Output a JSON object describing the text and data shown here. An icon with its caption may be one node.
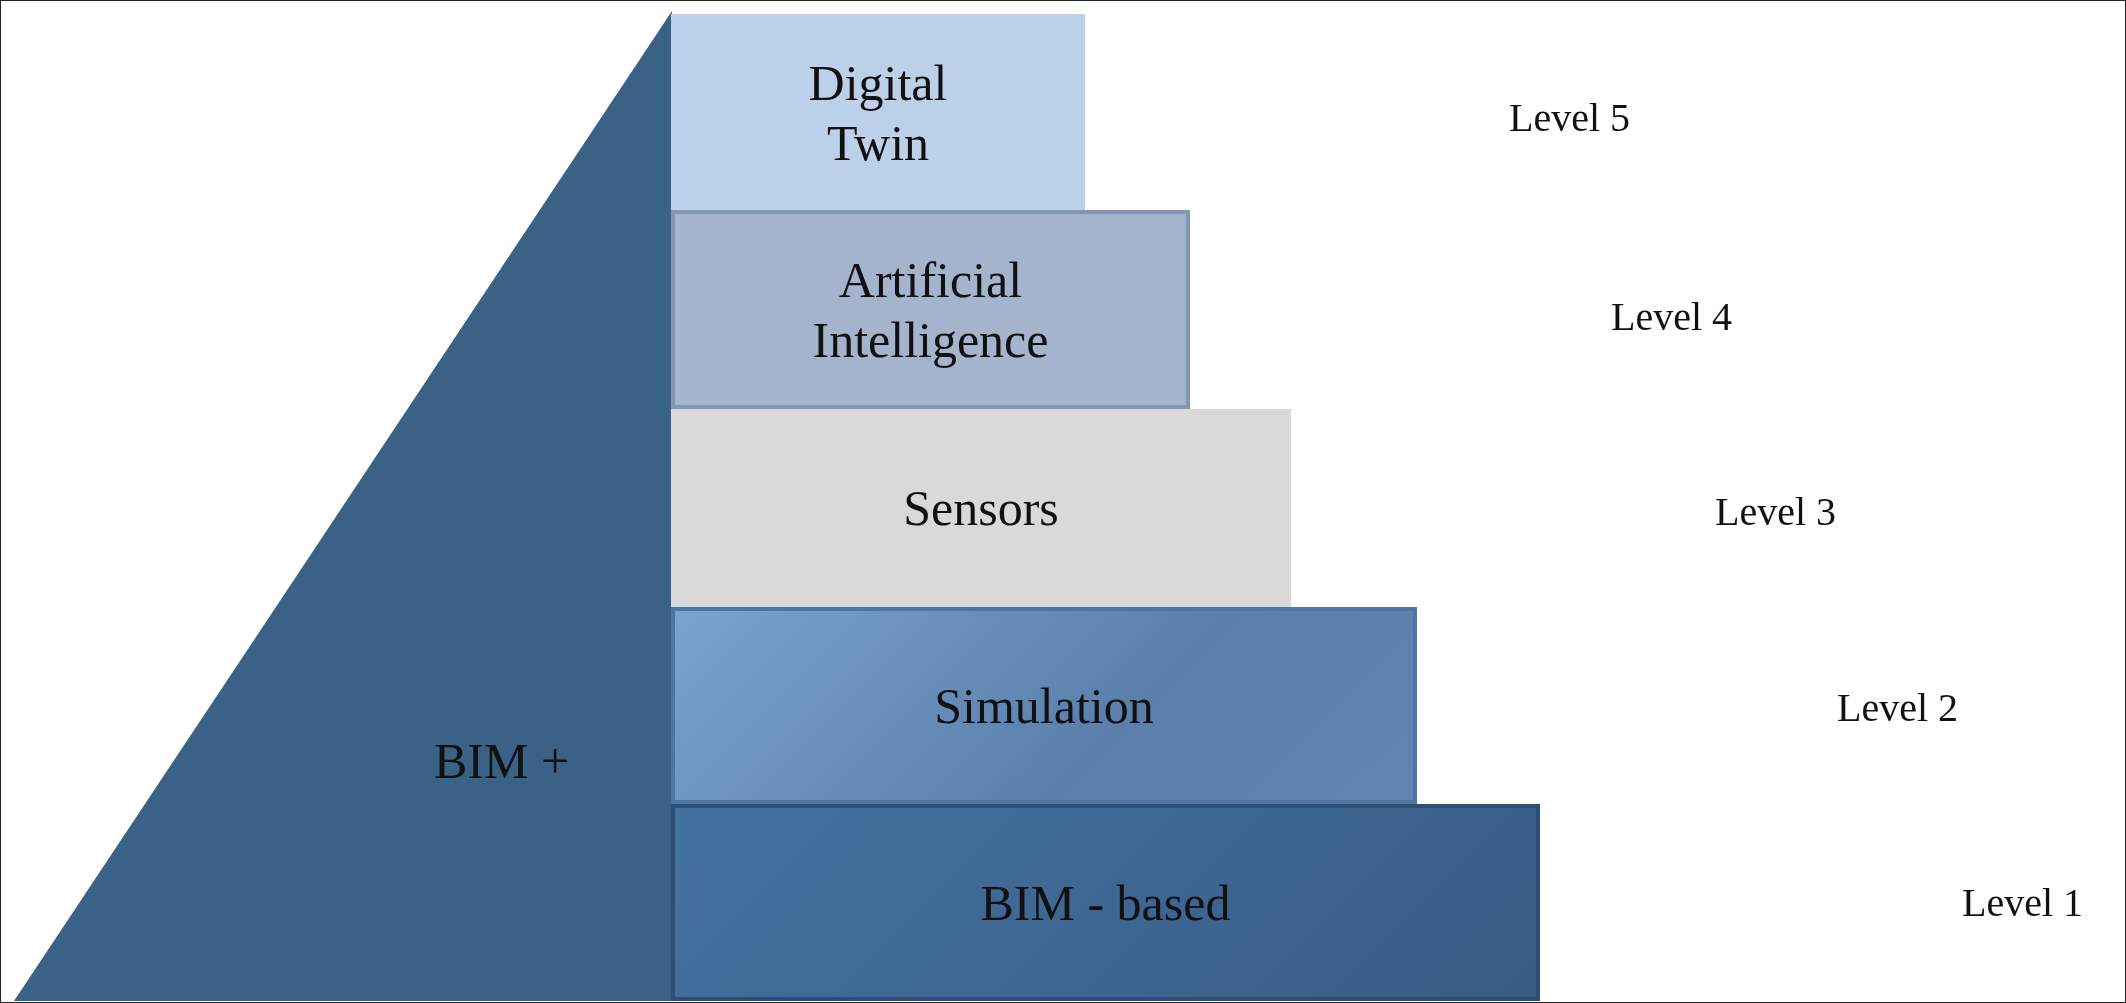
{
  "diagram": {
    "nodes": [
      {
        "text": [
          "BIM +"
        ]
      },
      {
        "text": [
          "Digital Twin"
        ]
      },
      {
        "text": [
          "Artificial Intelligence"
        ]
      },
      {
        "text": [
          "Sensors"
        ]
      },
      {
        "text": [
          "Simulation"
        ]
      },
      {
        "text": [
          "BIM - based"
        ]
      }
    ],
    "edges": [],
    "labels": [
      "Level 5",
      "Level 4",
      "Level 3",
      "Level 2",
      "Level 1"
    ]
  }
}
